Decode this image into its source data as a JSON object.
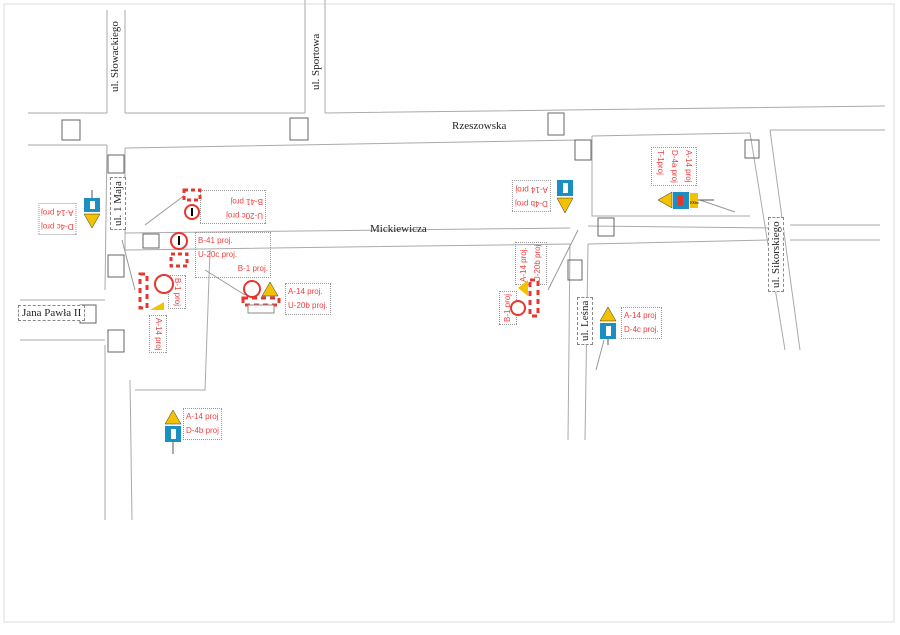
{
  "streets": {
    "slowackiego": "ul. Słowackiego",
    "sportowa": "ul. Sportowa",
    "rzeszowska": "Rzeszowska",
    "mickiewicza": "Mickiewicza",
    "maja": "ul. 1 Maja",
    "jana_pawla": "Jana Pawła II",
    "lesna": "ul. Leśna",
    "sikorskiego": "ul. Sikorskiego"
  },
  "sign_labels": {
    "west_d4c": [
      "D-4c proj",
      "A-14 proj"
    ],
    "north_u20c_b41": [
      "U-20c proj",
      "B-41 proj"
    ],
    "center_b41_u20c_b1": [
      "B-41 proj.",
      "U-20c proj.",
      "B-1 proj."
    ],
    "b1_vertical": "B-1 proj",
    "a14_vertical": "A-14 proj",
    "a14_u20b": [
      "A-14 proj.",
      "U-20b proj."
    ],
    "south_a14_d4b": [
      "A-14 proj",
      "D-4b proj"
    ],
    "rzeszowska_d4b": [
      "D-4b proj",
      "A-14 proj"
    ],
    "east_d4a_t1": [
      "A-14 proj",
      "D-4a proj",
      "T-1proj"
    ],
    "lesna_a14_u20b": [
      "A-14 proj.",
      "U-20b proj"
    ],
    "lesna_b1": "B-1 proj",
    "lesna_d4c": [
      "A-14 proj",
      "D-4c proj."
    ]
  },
  "sign_plate_text": "100m",
  "colors": {
    "label": "#f04040",
    "sign_blue": "#1a8fc0",
    "warning_yellow": "#f2c200",
    "barrier_red": "#e8362f"
  }
}
